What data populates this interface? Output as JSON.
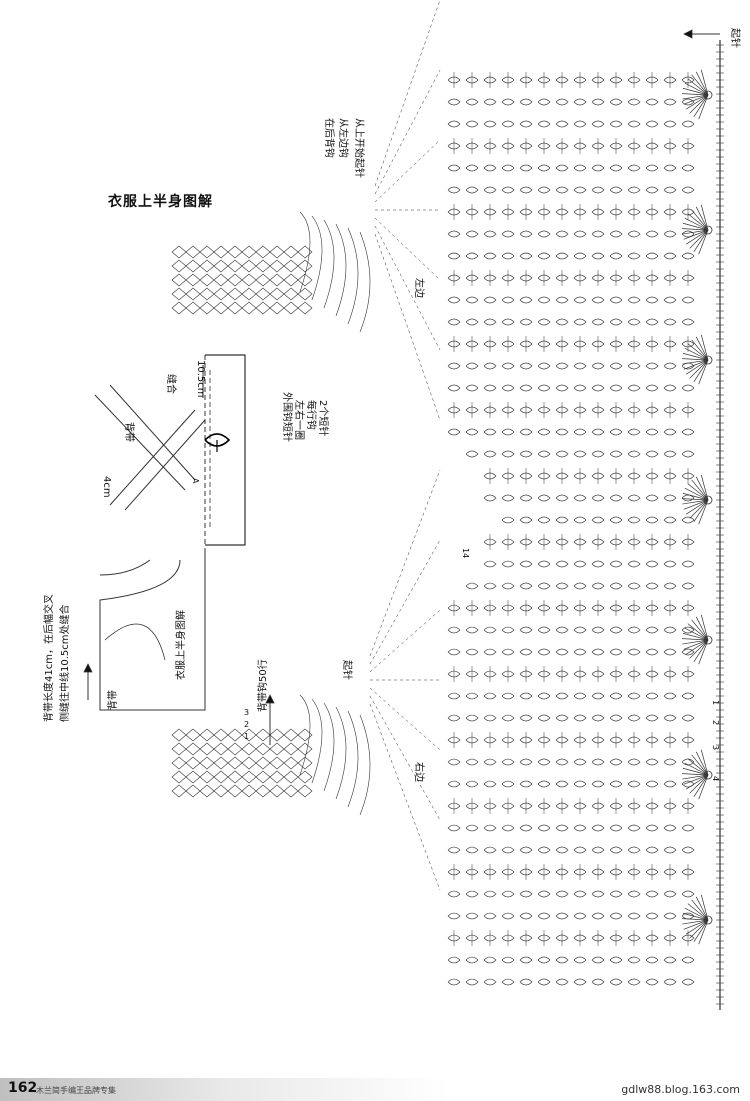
{
  "title": "衣服上半身图解",
  "notes": {
    "top_note_lines": [
      "从上开始起针",
      "从左边钩",
      "在后背钩"
    ],
    "left_label": "左边",
    "right_label": "右边",
    "start_stitch_top": "起针",
    "start_stitch_mid": "起针",
    "outer_edge_lines": [
      "外围钩短针",
      "左右一圈",
      "每行钩",
      "2个短针"
    ],
    "strap_note_lines": [
      "背带长度41cm，在后幅交叉",
      "侧缝往中线10.5cm处缝合"
    ],
    "strap_label": "背带",
    "strap_label2": "背带",
    "back_strap_rows": "背带钩50行",
    "bodice_label": "衣服上半身图解",
    "seam_label": "缝合",
    "seam_measure": "10.5cm",
    "width_label": "4cm",
    "letter_a": "A",
    "row_numbers": [
      "3",
      "2",
      "1"
    ],
    "side_row_numbers": [
      "4",
      "3",
      "2",
      "1"
    ],
    "center_num": "14"
  },
  "footer": {
    "page_number": "162",
    "publication": "木兰简手编王品牌专集",
    "url": "gdlw88.blog.163.com"
  }
}
